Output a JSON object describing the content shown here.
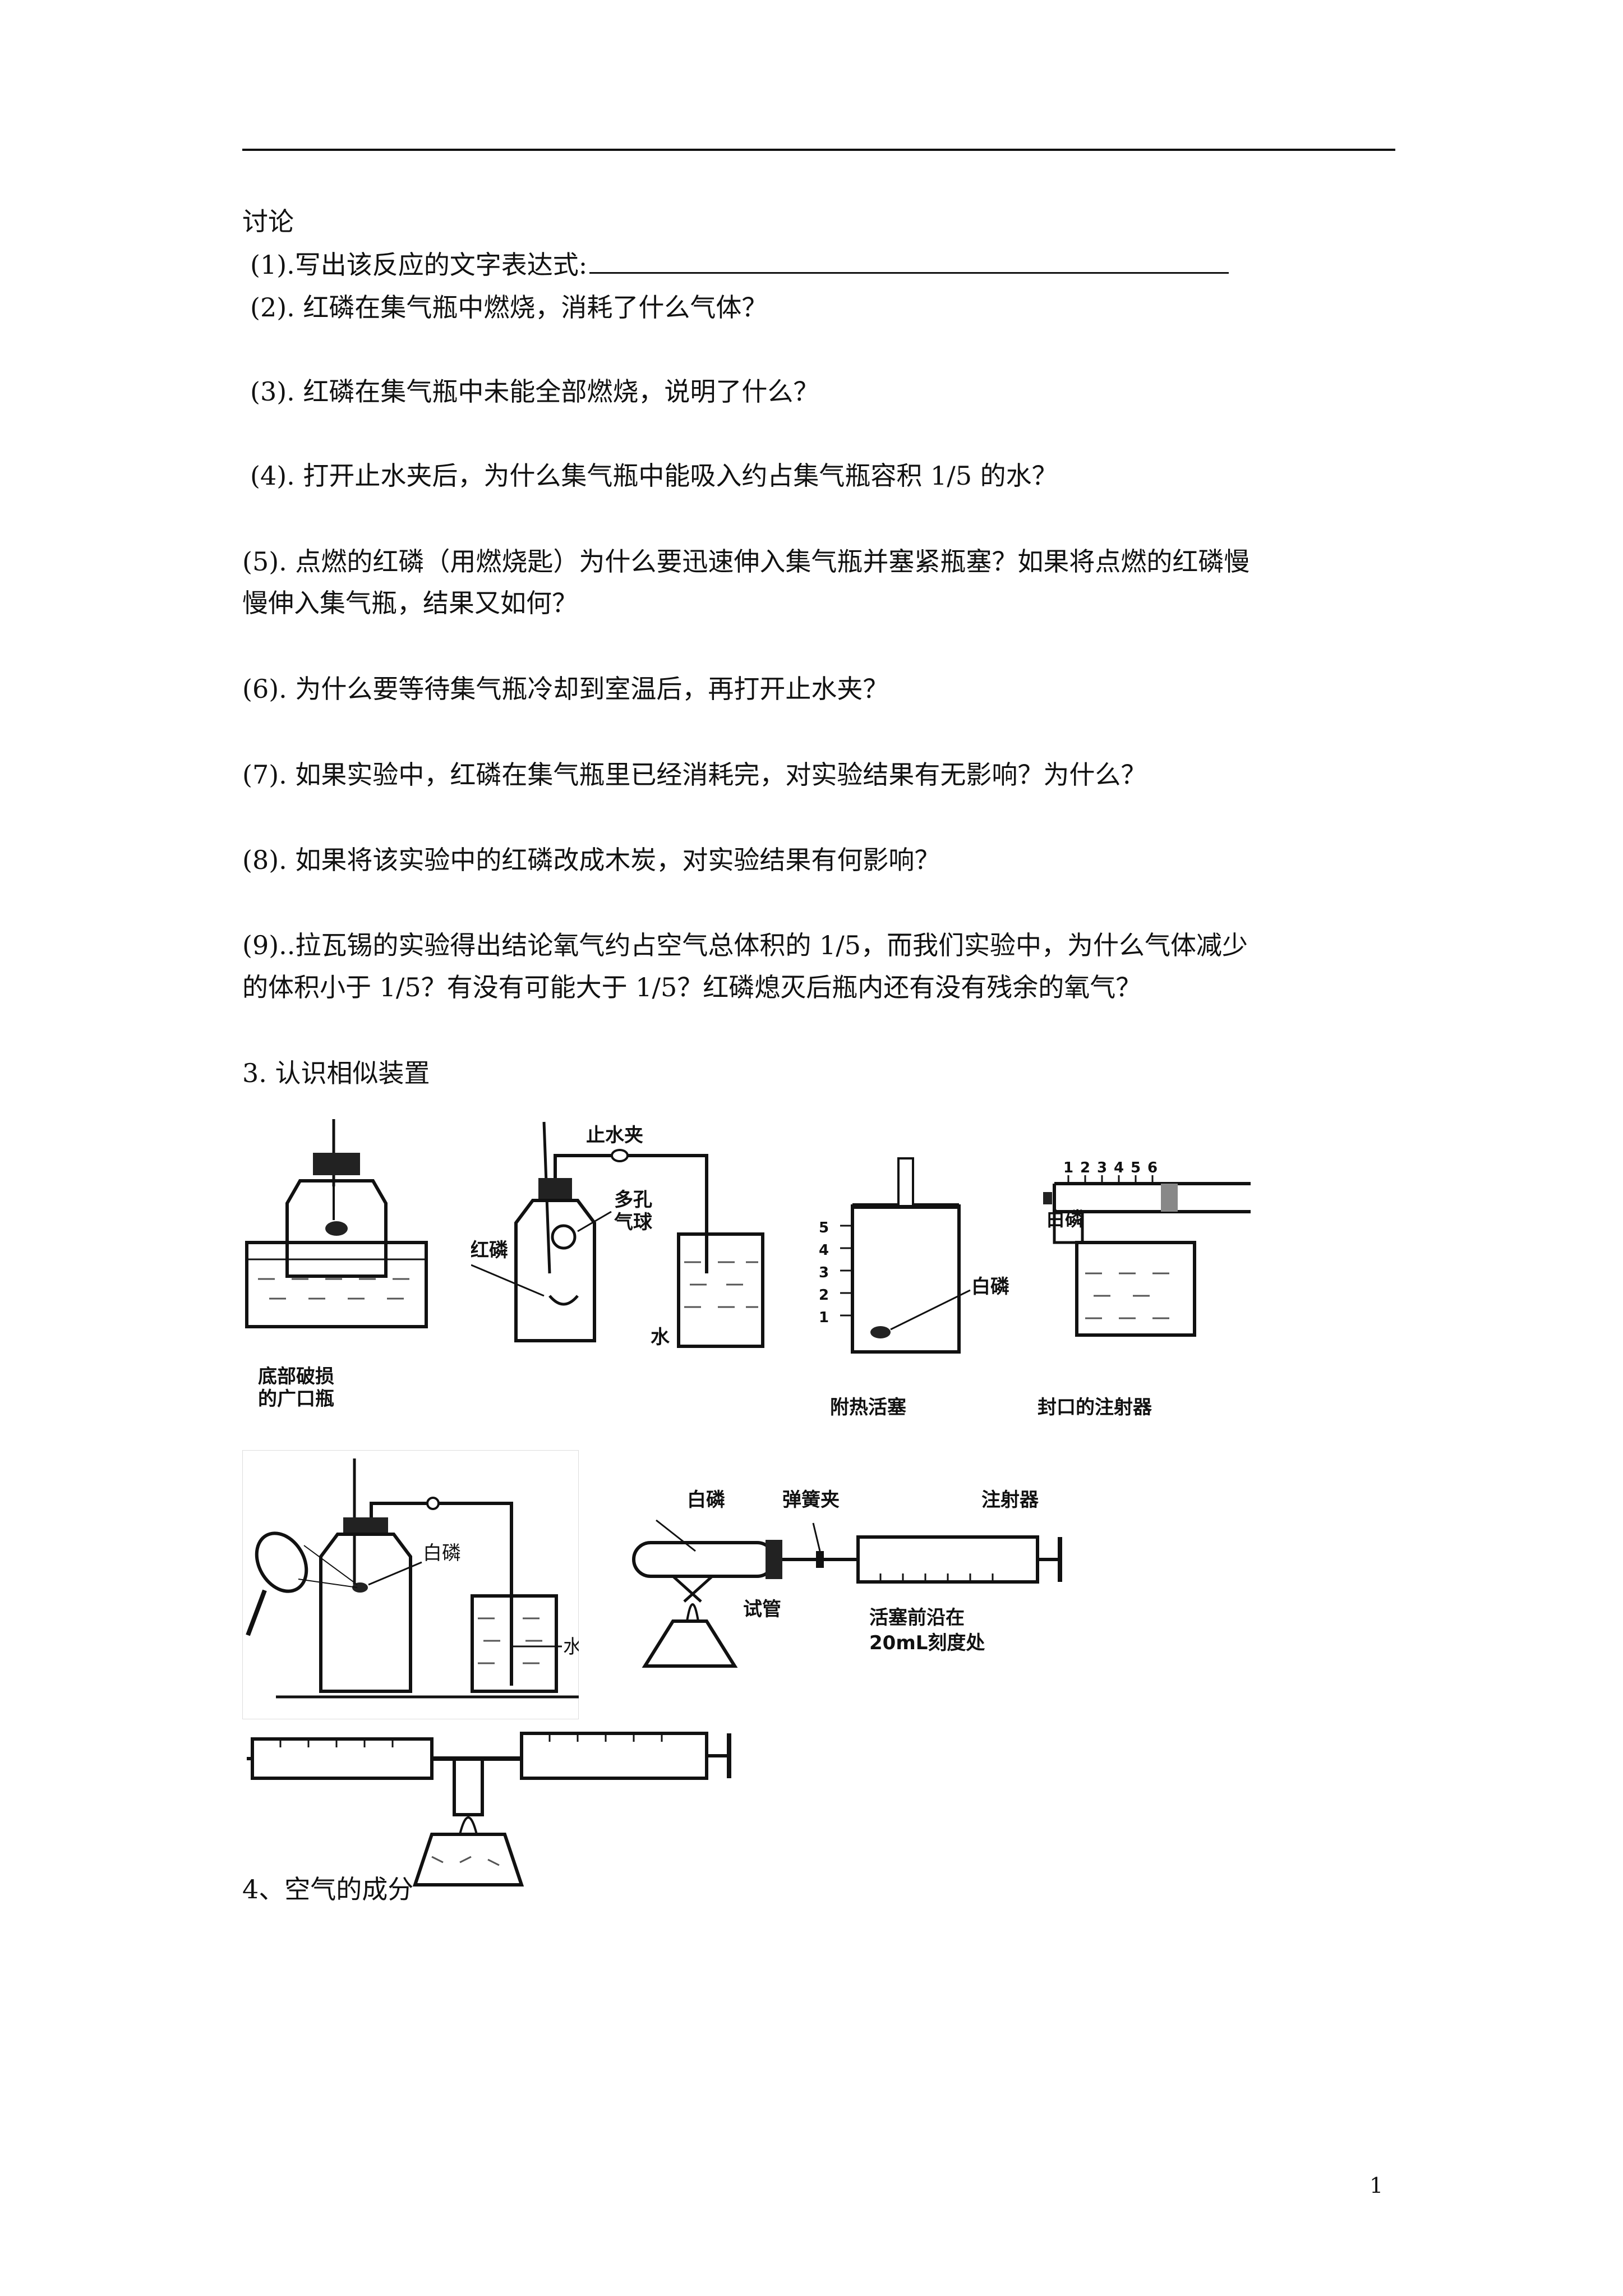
{
  "heading_discussion": "讨论",
  "questions": [
    "(1).写出该反应的文字表达式:",
    "(2). 红磷在集气瓶中燃烧，消耗了什么气体？",
    "(3). 红磷在集气瓶中未能全部燃烧，说明了什么？",
    "(4). 打开止水夹后，为什么集气瓶中能吸入约占集气瓶容积 1/5 的水？",
    "(5). 点燃的红磷（用燃烧匙）为什么要迅速伸入集气瓶并塞紧瓶塞？如果将点燃的红磷慢",
    "慢伸入集气瓶，结果又如何？",
    "(6). 为什么要等待集气瓶冷却到室温后，再打开止水夹？",
    "(7). 如果实验中，红磷在集气瓶里已经消耗完，对实验结果有无影响？为什么？",
    "(8). 如果将该实验中的红磷改成木炭，对实验结果有何影响？",
    "(9)..拉瓦锡的实验得出结论氧气约占空气总体积的 1/5，而我们实验中，为什么气体减少",
    "的体积小于 1/5？有没有可能大于 1/5？红磷熄灭后瓶内还有没有残余的氧气？"
  ],
  "section3": "3. 认识相似装置",
  "section4": "4、空气的成分",
  "figures": {
    "f1_caption_1": "底部破损",
    "f1_caption_2": "的广口瓶",
    "f2_stopclip": "止水夹",
    "f2_balloon_1": "多孔",
    "f2_balloon_2": "气球",
    "f2_redp": "红磷",
    "f2_water": "水",
    "f3_caption": "附热活塞",
    "f3_whitep": "白磷",
    "f3_scale": [
      "1",
      "2",
      "3",
      "4",
      "5"
    ],
    "f4_caption": "封口的注射器",
    "f4_whitep": "白磷",
    "f4_scale": [
      "1",
      "2",
      "3",
      "4",
      "5",
      "6"
    ],
    "f5_whitep": "白磷",
    "f5_water": "水",
    "f6_whitep": "白磷",
    "f6_springclip": "弹簧夹",
    "f6_syringe": "注射器",
    "f6_tube": "试管",
    "f6_piston_1": "活塞前沿在",
    "f6_piston_2": "20mL刻度处"
  },
  "page_number": "1"
}
